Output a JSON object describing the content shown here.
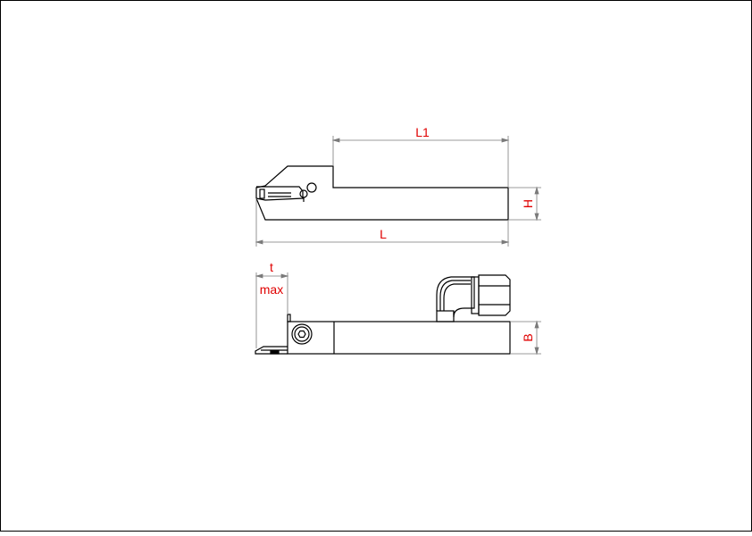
{
  "drawing": {
    "colors": {
      "outline": "#000000",
      "dimension_line": "#7a7a7a",
      "dimension_text": "#e00000",
      "background": "#ffffff"
    },
    "top_view": {
      "dim_L1": "L1",
      "dim_L": "L",
      "dim_H": "H"
    },
    "side_view": {
      "dim_t": "t",
      "dim_max": "max",
      "dim_B": "B"
    }
  }
}
